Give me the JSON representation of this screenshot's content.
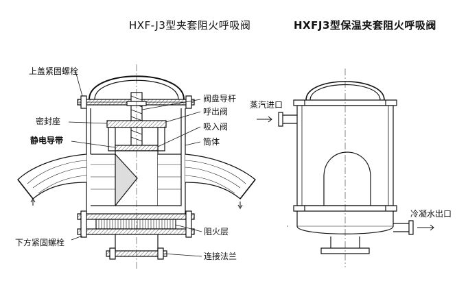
{
  "titles": {
    "left": "HXF-J3型夹套阻火呼吸阀",
    "right": "HXFJ3型保温夹套阻火呼吸阀"
  },
  "labels": {
    "top_cover_bolt": "上盖紧固螺栓",
    "seal_seat": "密封座",
    "static_strap": "静电导带",
    "disc_guide_rod": "阀盘导杆",
    "exhale_valve": "呼出阀",
    "inhale_valve": "吸入阀",
    "cylinder": "筒体",
    "flame_layer": "阻火层",
    "bottom_bolt": "下方紧固螺栓",
    "connect_flange": "连接法兰",
    "steam_inlet": "蒸汽进口",
    "condensate_outlet": "冷凝水出口"
  }
}
